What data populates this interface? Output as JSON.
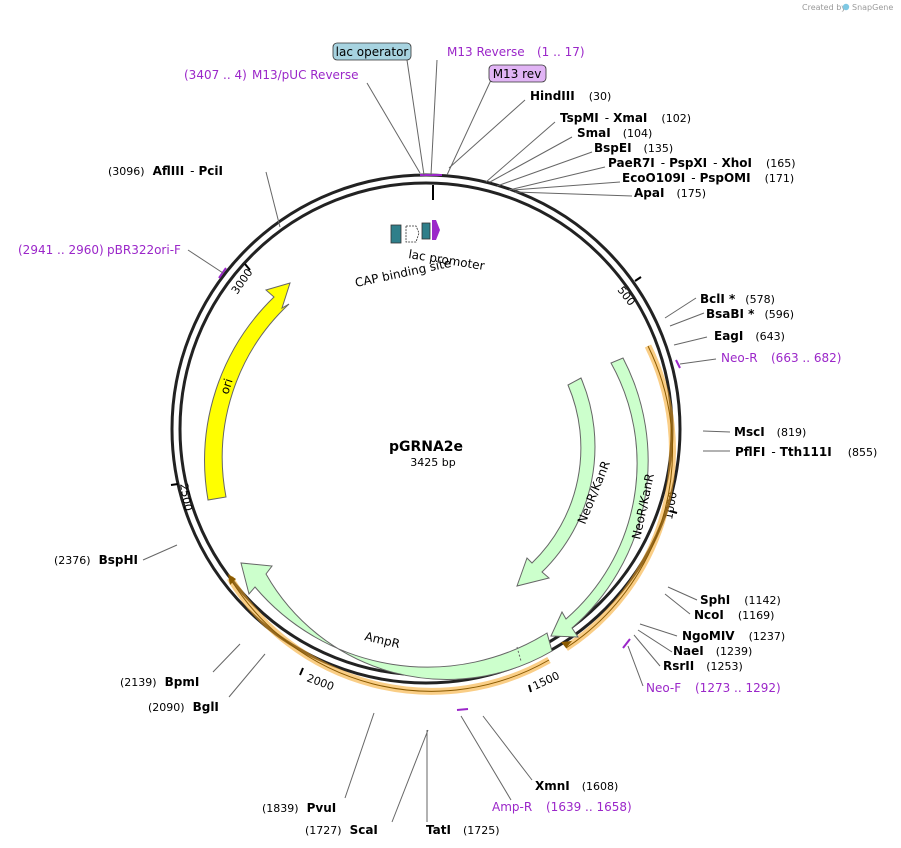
{
  "credit": {
    "prefix": "Created by",
    "brand": "SnapGene"
  },
  "plasmid": {
    "name": "pGRNA2e",
    "length_label": "3425 bp"
  },
  "ticks": [
    "500",
    "1000",
    "1500",
    "2000",
    "2500",
    "3000"
  ],
  "features": {
    "ori": "ori",
    "neo_inner": "NeoR/KanR",
    "neo_outer": "NeoR/KanR",
    "ampr": "AmpR",
    "lac_promoter": "lac promoter",
    "cap_site": "CAP binding site"
  },
  "callouts": {
    "lac_operator": "lac operator",
    "m13_reverse": {
      "name": "M13 Reverse",
      "range": "(1 .. 17)"
    },
    "m13_rev": "M13 rev",
    "m13_puc_reverse": {
      "name": "M13/pUC Reverse",
      "range": "(3407 .. 4)"
    },
    "pbr322ori": {
      "name": "pBR322ori-F",
      "range": "(2941 .. 2960)"
    },
    "neo_r": {
      "name": "Neo-R",
      "range": "(663 .. 682)"
    },
    "neo_f": {
      "name": "Neo-F",
      "range": "(1273 .. 1292)"
    },
    "amp_r": {
      "name": "Amp-R",
      "range": "(1639 .. 1658)"
    }
  },
  "sites": {
    "hindiii": {
      "name": "HindIII",
      "pos": "(30)"
    },
    "tspmi": {
      "name": "TspMI",
      "sep": "-",
      "name2": "XmaI",
      "pos": "(102)"
    },
    "smai": {
      "name": "SmaI",
      "pos": "(104)"
    },
    "bspei": {
      "name": "BspEI",
      "pos": "(135)"
    },
    "paer7i": {
      "name": "PaeR7I",
      "sep": "-",
      "name2": "PspXI",
      "sep2": "-",
      "name3": "XhoI",
      "pos": "(165)"
    },
    "eco0109i": {
      "name": "EcoO109I",
      "sep": "-",
      "name2": "PspOMI",
      "pos": "(171)"
    },
    "apai": {
      "name": "ApaI",
      "pos": "(175)"
    },
    "bcli": {
      "name": "BclI *",
      "pos": "(578)"
    },
    "bsabi": {
      "name": "BsaBI *",
      "pos": "(596)"
    },
    "eagi": {
      "name": "EagI",
      "pos": "(643)"
    },
    "msci": {
      "name": "MscI",
      "pos": "(819)"
    },
    "pflfi": {
      "name": "PflFI",
      "sep": "-",
      "name2": "Tth111I",
      "pos": "(855)"
    },
    "sphi": {
      "name": "SphI",
      "pos": "(1142)"
    },
    "ncoi": {
      "name": "NcoI",
      "pos": "(1169)"
    },
    "ngomiv": {
      "name": "NgoMIV",
      "pos": "(1237)"
    },
    "naei": {
      "name": "NaeI",
      "pos": "(1239)"
    },
    "rsrii": {
      "name": "RsrII",
      "pos": "(1253)"
    },
    "xmni": {
      "name": "XmnI",
      "pos": "(1608)"
    },
    "tati": {
      "name": "TatI",
      "pos": "(1725)"
    },
    "scai": {
      "name": "ScaI",
      "pos": "(1727)"
    },
    "pvui": {
      "name": "PvuI",
      "pos": "(1839)"
    },
    "bgli": {
      "name": "BglI",
      "pos": "(2090)"
    },
    "bpmi": {
      "name": "BpmI",
      "pos": "(2139)"
    },
    "bsphi": {
      "name": "BspHI",
      "pos": "(2376)"
    },
    "afliii": {
      "name": "AflIII",
      "sep": "-",
      "name2": "PciI",
      "pos": "(3096)"
    }
  },
  "colors": {
    "ori": "#ffff00",
    "resistance": "#ccffcc",
    "primer": "#9b27c9",
    "lac_operator_box": "#a7d3e0",
    "m13_rev_box": "#e1b4f5",
    "orange_band": "#f5a623",
    "promoter": "#9b27c9",
    "operator_mark": "#2f7f8a"
  }
}
